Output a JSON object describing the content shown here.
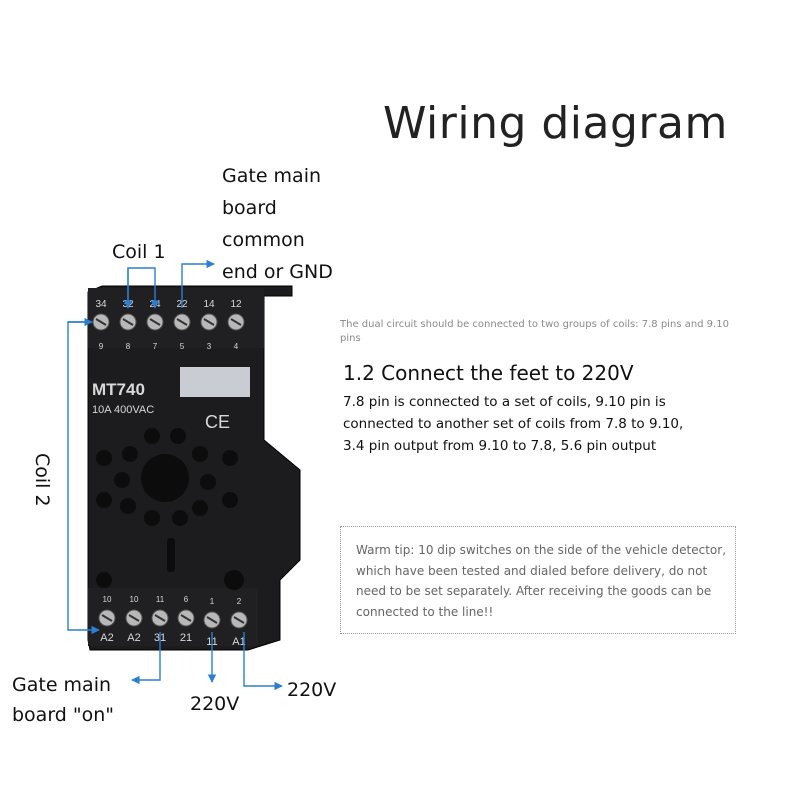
{
  "title": "Wiring diagram",
  "labels": {
    "gate_common": [
      "Gate main",
      "board",
      "common",
      "end or GND"
    ],
    "coil1": "Coil 1",
    "coil2": "Coil 2",
    "gate_on": [
      "Gate main",
      "board \"on\""
    ],
    "v220_left": "220V",
    "v220_right": "220V"
  },
  "relay": {
    "model": "MT740",
    "rating": "10A 400VAC",
    "ce_mark": "CE",
    "top_terminals": [
      "34",
      "32",
      "24",
      "22",
      "14",
      "12"
    ],
    "top_pins": [
      "9",
      "8",
      "7",
      "5",
      "3",
      "4"
    ],
    "bottom_pins": [
      "10",
      "10",
      "11",
      "6",
      "1",
      "2"
    ],
    "bottom_terminals": [
      "A2",
      "A2",
      "31",
      "21",
      "11",
      "A1"
    ]
  },
  "note": "The dual circuit should be connected to two groups of coils: 7.8 pins and 9.10 pins",
  "section_heading": "1.2 Connect the feet to 220V",
  "description": "7.8 pin is connected to a set of coils, 9.10 pin is connected to another set of coils from 7.8 to 9.10, 3.4 pin output from 9.10 to 7.8, 5.6 pin output",
  "warm_tip": "Warm tip: 10 dip switches on the side of the vehicle detector, which have been tested and dialed before delivery, do not need to be set separately. After receiving the goods can be connected to the line!!",
  "colors": {
    "arrow": "#2a7fd4",
    "relay_body": "#1c1c1e",
    "text": "#111111",
    "note": "#8a8a8a"
  }
}
